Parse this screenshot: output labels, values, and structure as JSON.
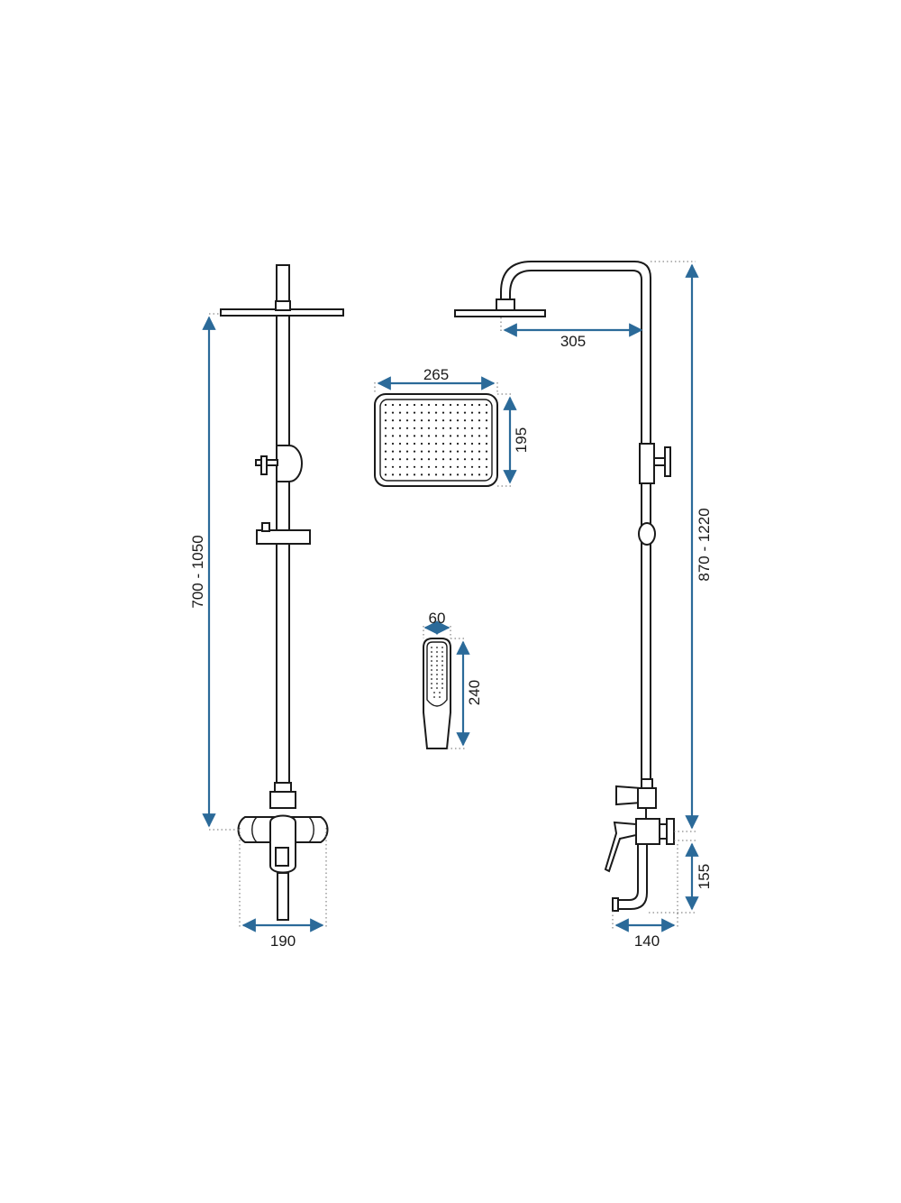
{
  "diagram": {
    "dimensions": {
      "front_height": "700 - 1050",
      "front_width": "190",
      "head_width": "265",
      "head_depth": "195",
      "hand_width": "60",
      "hand_length": "240",
      "arm_reach": "305",
      "side_height": "870 - 1220",
      "spout_height": "155",
      "spout_reach": "140"
    },
    "colors": {
      "dimension_line": "#2b6a99",
      "outline": "#1a1a1a",
      "background": "#ffffff"
    }
  }
}
